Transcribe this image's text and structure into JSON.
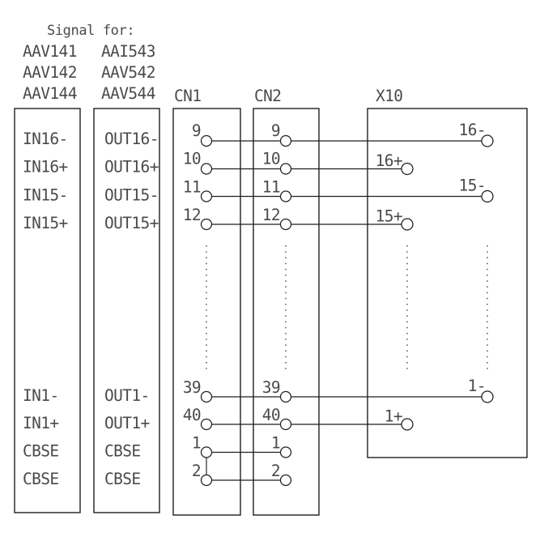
{
  "header": {
    "title": "Signal for:",
    "signal_columns": [
      [
        "AAV141",
        "AAV142",
        "AAV144"
      ],
      [
        "AAI543",
        "AAV542",
        "AAV544"
      ]
    ]
  },
  "in_box": {
    "top": [
      "IN16-",
      "IN16+",
      "IN15-",
      "IN15+"
    ],
    "bottom": [
      "IN1-",
      "IN1+",
      "CBSE",
      "CBSE"
    ]
  },
  "out_box": {
    "top": [
      "OUT16-",
      "OUT16+",
      "OUT15-",
      "OUT15+"
    ],
    "bottom": [
      "OUT1-",
      "OUT1+",
      "CBSE",
      "CBSE"
    ]
  },
  "cn1": {
    "label": "CN1",
    "top_pins": [
      "9",
      "10",
      "11",
      "12"
    ],
    "bottom_pins": [
      "39",
      "40",
      "1",
      "2"
    ]
  },
  "cn2": {
    "label": "CN2",
    "top_pins": [
      "9",
      "10",
      "11",
      "12"
    ],
    "bottom_pins": [
      "39",
      "40",
      "1",
      "2"
    ]
  },
  "x10": {
    "label": "X10",
    "outer_terminals": [
      "16-",
      "15-",
      "1-"
    ],
    "inner_terminals": [
      "16+",
      "15+",
      "1+"
    ]
  },
  "colors": {
    "line": "#1f1f1f",
    "text": "#4a4a4a",
    "background": "#ffffff"
  }
}
